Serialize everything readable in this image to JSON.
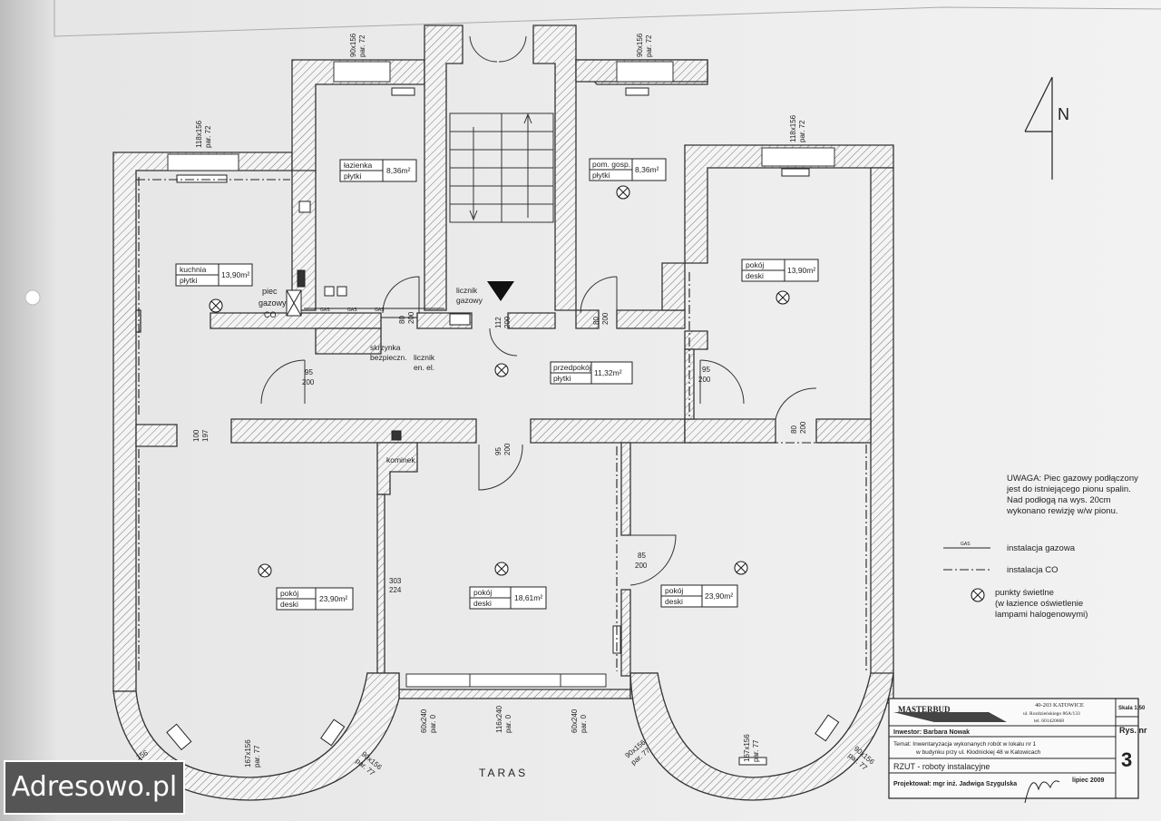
{
  "north_label": "N",
  "note": {
    "lines": [
      "UWAGA: Piec gazowy podłączony",
      "jest do istniejącego pionu spalin.",
      "Nad podłogą na wys. 20cm",
      "wykonano rewizję w/w pionu."
    ]
  },
  "legend": {
    "gas_tag": "GAS",
    "gas": "instalacja gazowa",
    "co": "instalacja CO",
    "lights": [
      "punkty świetlne",
      "(w łazience oświetlenie",
      "lampami halogenowymi)"
    ]
  },
  "rooms": {
    "lazienka": {
      "name": "łazienka",
      "floor": "płytki",
      "area": "8,36m²"
    },
    "kuchnia": {
      "name": "kuchnia",
      "floor": "płytki",
      "area": "13,90m²"
    },
    "pom_gosp": {
      "name": "pom. gosp.",
      "floor": "płytki",
      "area": "8,36m²"
    },
    "pokoj_ne": {
      "name": "pokój",
      "floor": "deski",
      "area": "13,90m²"
    },
    "przedpokoj": {
      "name": "przedpokój",
      "floor": "płytki",
      "area": "11,32m²"
    },
    "pokoj_sw": {
      "name": "pokój",
      "floor": "deski",
      "area": "23,90m²"
    },
    "pokoj_s": {
      "name": "pokój",
      "floor": "deski",
      "area": "18,61m²"
    },
    "pokoj_se": {
      "name": "pokój",
      "floor": "deski",
      "area": "23,90m²"
    }
  },
  "labels": {
    "piec": [
      "piec",
      "gazowy",
      "CO"
    ],
    "licznik_gazowy": [
      "licznik",
      "gazowy"
    ],
    "skrzynka": [
      "skrzynka",
      "bezpieczn."
    ],
    "licznik_el": [
      "licznik",
      "en. el."
    ],
    "kominek": "kominek",
    "taras": "TARAS",
    "gas_tag": "GAS"
  },
  "dims": {
    "w1": [
      "118x156",
      "par. 72"
    ],
    "w2": [
      "90x156",
      "par. 72"
    ],
    "w3": [
      "90x156",
      "par. 72"
    ],
    "w4": [
      "118x156",
      "par. 72"
    ],
    "d_lazienka": [
      "80",
      "200"
    ],
    "d_stair": [
      "112",
      "200"
    ],
    "d_gosp": [
      "80",
      "200"
    ],
    "d_left": [
      "95",
      "200"
    ],
    "d_right": [
      "95",
      "200"
    ],
    "d_ne": [
      "80",
      "200"
    ],
    "d_center": [
      "95",
      "200"
    ],
    "d_wpass": [
      "100",
      "197"
    ],
    "d_mid": [
      "303",
      "224"
    ],
    "d_se": [
      "85",
      "200"
    ],
    "b1": [
      "60x240",
      "par. 0"
    ],
    "b2": [
      "116x240",
      "par. 0"
    ],
    "b3": [
      "60x240",
      "par. 0"
    ],
    "bw1": [
      "167x156",
      "par. 77"
    ],
    "bw2": [
      "90x156",
      "par. 77"
    ],
    "bw3": [
      "90x156",
      "par. 77"
    ],
    "bw4": [
      "167x156",
      "par. 77"
    ],
    "bw5": [
      "90x156",
      "par. 77"
    ],
    "bw0": "156"
  },
  "title_block": {
    "company": "MASTERBUD",
    "address": [
      "40-203 KATOWICE",
      "ul. Rozdzieńskiego 86A/133",
      "tel. 601420668"
    ],
    "scale": "Skala 1:50",
    "drawing_no_label": "Rys. nr",
    "drawing_no": "3",
    "investor": "Inwestor: Barbara Nowak",
    "topic": [
      "Temat: Inwentaryzacja wykonanych robót w lokalu nr 1",
      "w budynku przy ul. Kłodnickiej 48 w Katowicach"
    ],
    "drawing_title": "RZUT - roboty instalacyjne",
    "designer": "Projektował: mgr inż. Jadwiga Szygulska",
    "date": "lipiec 2009"
  },
  "watermark": "Adresowo.pl"
}
